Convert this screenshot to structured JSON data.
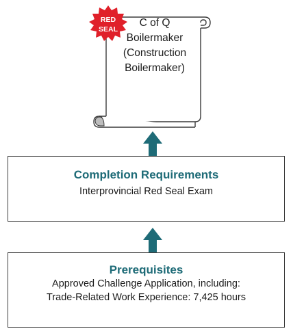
{
  "credential": {
    "line1": "C of Q",
    "line2": "Boilermaker",
    "line3": "(Construction",
    "line4": "Boilermaker)"
  },
  "seal": {
    "line1": "RED",
    "line2": "SEAL",
    "color": "#e0202a"
  },
  "completion": {
    "heading": "Completion Requirements",
    "line1": "Interprovincial Red Seal Exam"
  },
  "prerequisites": {
    "heading": "Prerequisites",
    "line1": "Approved Challenge Application, including:",
    "line2": "Trade-Related Work Experience: 7,425 hours"
  },
  "colors": {
    "heading": "#1e6b77",
    "arrow": "#1e6b77",
    "border": "#3a3a3a"
  }
}
